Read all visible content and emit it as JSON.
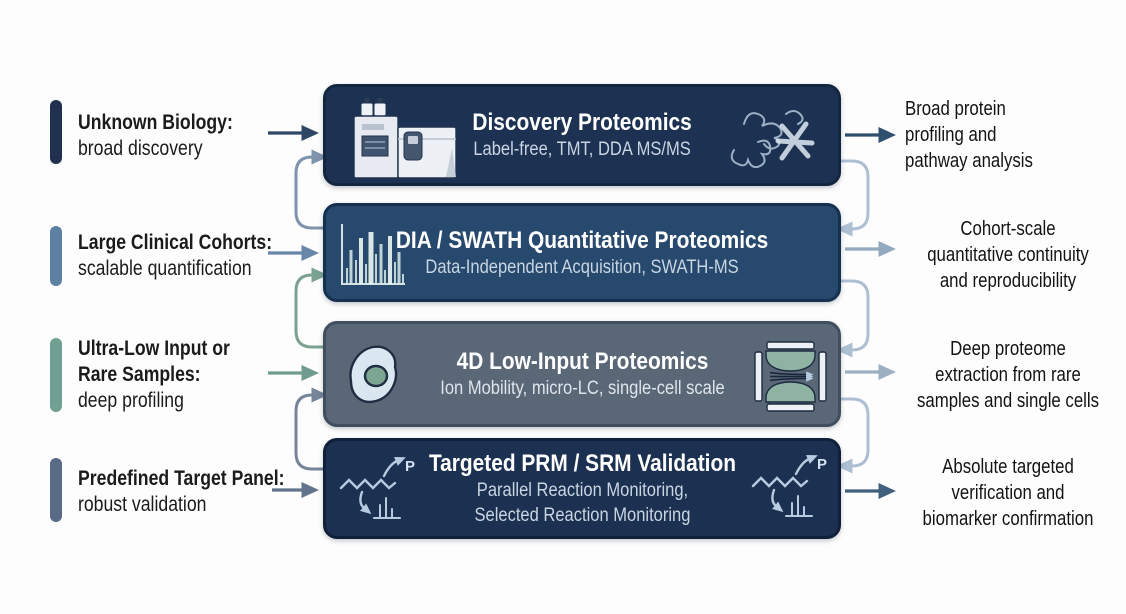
{
  "rows": [
    {
      "need": {
        "title_lines": [
          "Unknown Biology:"
        ],
        "subtitle": "broad discovery",
        "bar_color": "#20304f",
        "arrow_color": "#2d4765"
      },
      "method": {
        "title": "Discovery Proteomics",
        "subtitle_lines": [
          "Label-free, TMT, DDA MS/MS"
        ],
        "bg_color": "#1d3252",
        "icons": [
          "mass-spectrometer-icon",
          "protein-structures-icon"
        ]
      },
      "outcome": {
        "lines": [
          "Broad protein",
          "profiling and",
          "pathway analysis"
        ],
        "arrow_color": "#2f4f6e"
      }
    },
    {
      "need": {
        "title_lines": [
          "Large Clinical Cohorts:"
        ],
        "subtitle": "scalable quantification",
        "bar_color": "#5d80a5",
        "arrow_color": "#6886a8"
      },
      "method": {
        "title": "DIA / SWATH Quantitative Proteomics",
        "subtitle_lines": [
          "Data-Independent Acquisition, SWATH-MS"
        ],
        "bg_color": "#27496e",
        "icons": [
          "spectra-chart-icon"
        ]
      },
      "outcome": {
        "lines": [
          "Cohort-scale",
          "quantitative continuity",
          "and reproducibility"
        ],
        "arrow_color": "#93a9c0"
      }
    },
    {
      "need": {
        "title_lines": [
          "Ultra-Low Input or",
          "Rare Samples:"
        ],
        "subtitle": "deep profiling",
        "bar_color": "#6fa091",
        "arrow_color": "#6f9c8e"
      },
      "method": {
        "title": "4D Low-Input Proteomics",
        "subtitle_lines": [
          "Ion Mobility, micro-LC, single-cell scale"
        ],
        "bg_color": "#5a6777",
        "icons": [
          "cell-icon",
          "ion-mobility-icon"
        ]
      },
      "outcome": {
        "lines": [
          "Deep proteome",
          "extraction from rare",
          "samples and single cells"
        ],
        "arrow_color": "#9db0c2"
      }
    },
    {
      "need": {
        "title_lines": [
          "Predefined Target Panel:"
        ],
        "subtitle": "robust validation",
        "bar_color": "#5a6b85",
        "arrow_color": "#62748c"
      },
      "method": {
        "title": "Targeted PRM / SRM Validation",
        "subtitle_lines": [
          "Parallel Reaction Monitoring,",
          "Selected Reaction Monitoring"
        ],
        "bg_color": "#1c3151",
        "icons": [
          "prm-peptide-icon",
          "prm-peptide-icon"
        ]
      },
      "outcome": {
        "lines": [
          "Absolute targeted",
          "verification and",
          "biomarker confirmation"
        ],
        "arrow_color": "#40607d"
      }
    }
  ],
  "loop_colors": {
    "left_up": [
      "#7e93ac",
      "#7ba291",
      "#76849a"
    ],
    "right_down": "#aebfd3"
  }
}
